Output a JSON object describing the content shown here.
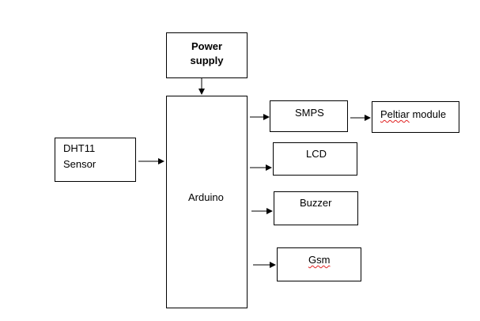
{
  "diagram": {
    "blocks": {
      "power_supply": {
        "line1": "Power",
        "line2": "supply"
      },
      "arduino": {
        "label": "Arduino"
      },
      "dht11": {
        "line1": "DHT11",
        "line2": "Sensor"
      },
      "smps": {
        "label": "SMPS"
      },
      "peltier": {
        "label_word": "Peltiar",
        "label_rest": " module"
      },
      "lcd": {
        "label": "LCD"
      },
      "buzzer": {
        "label": "Buzzer"
      },
      "gsm": {
        "label": "Gsm"
      }
    },
    "connections": [
      {
        "from": "Power supply",
        "to": "Arduino"
      },
      {
        "from": "DHT11 Sensor",
        "to": "Arduino"
      },
      {
        "from": "Arduino",
        "to": "SMPS"
      },
      {
        "from": "SMPS",
        "to": "Peltiar module"
      },
      {
        "from": "Arduino",
        "to": "LCD"
      },
      {
        "from": "Arduino",
        "to": "Buzzer"
      },
      {
        "from": "Arduino",
        "to": "Gsm"
      }
    ],
    "colors": {
      "stroke": "#000000",
      "background": "#ffffff",
      "spellcheck_underline": "#e02020"
    }
  }
}
